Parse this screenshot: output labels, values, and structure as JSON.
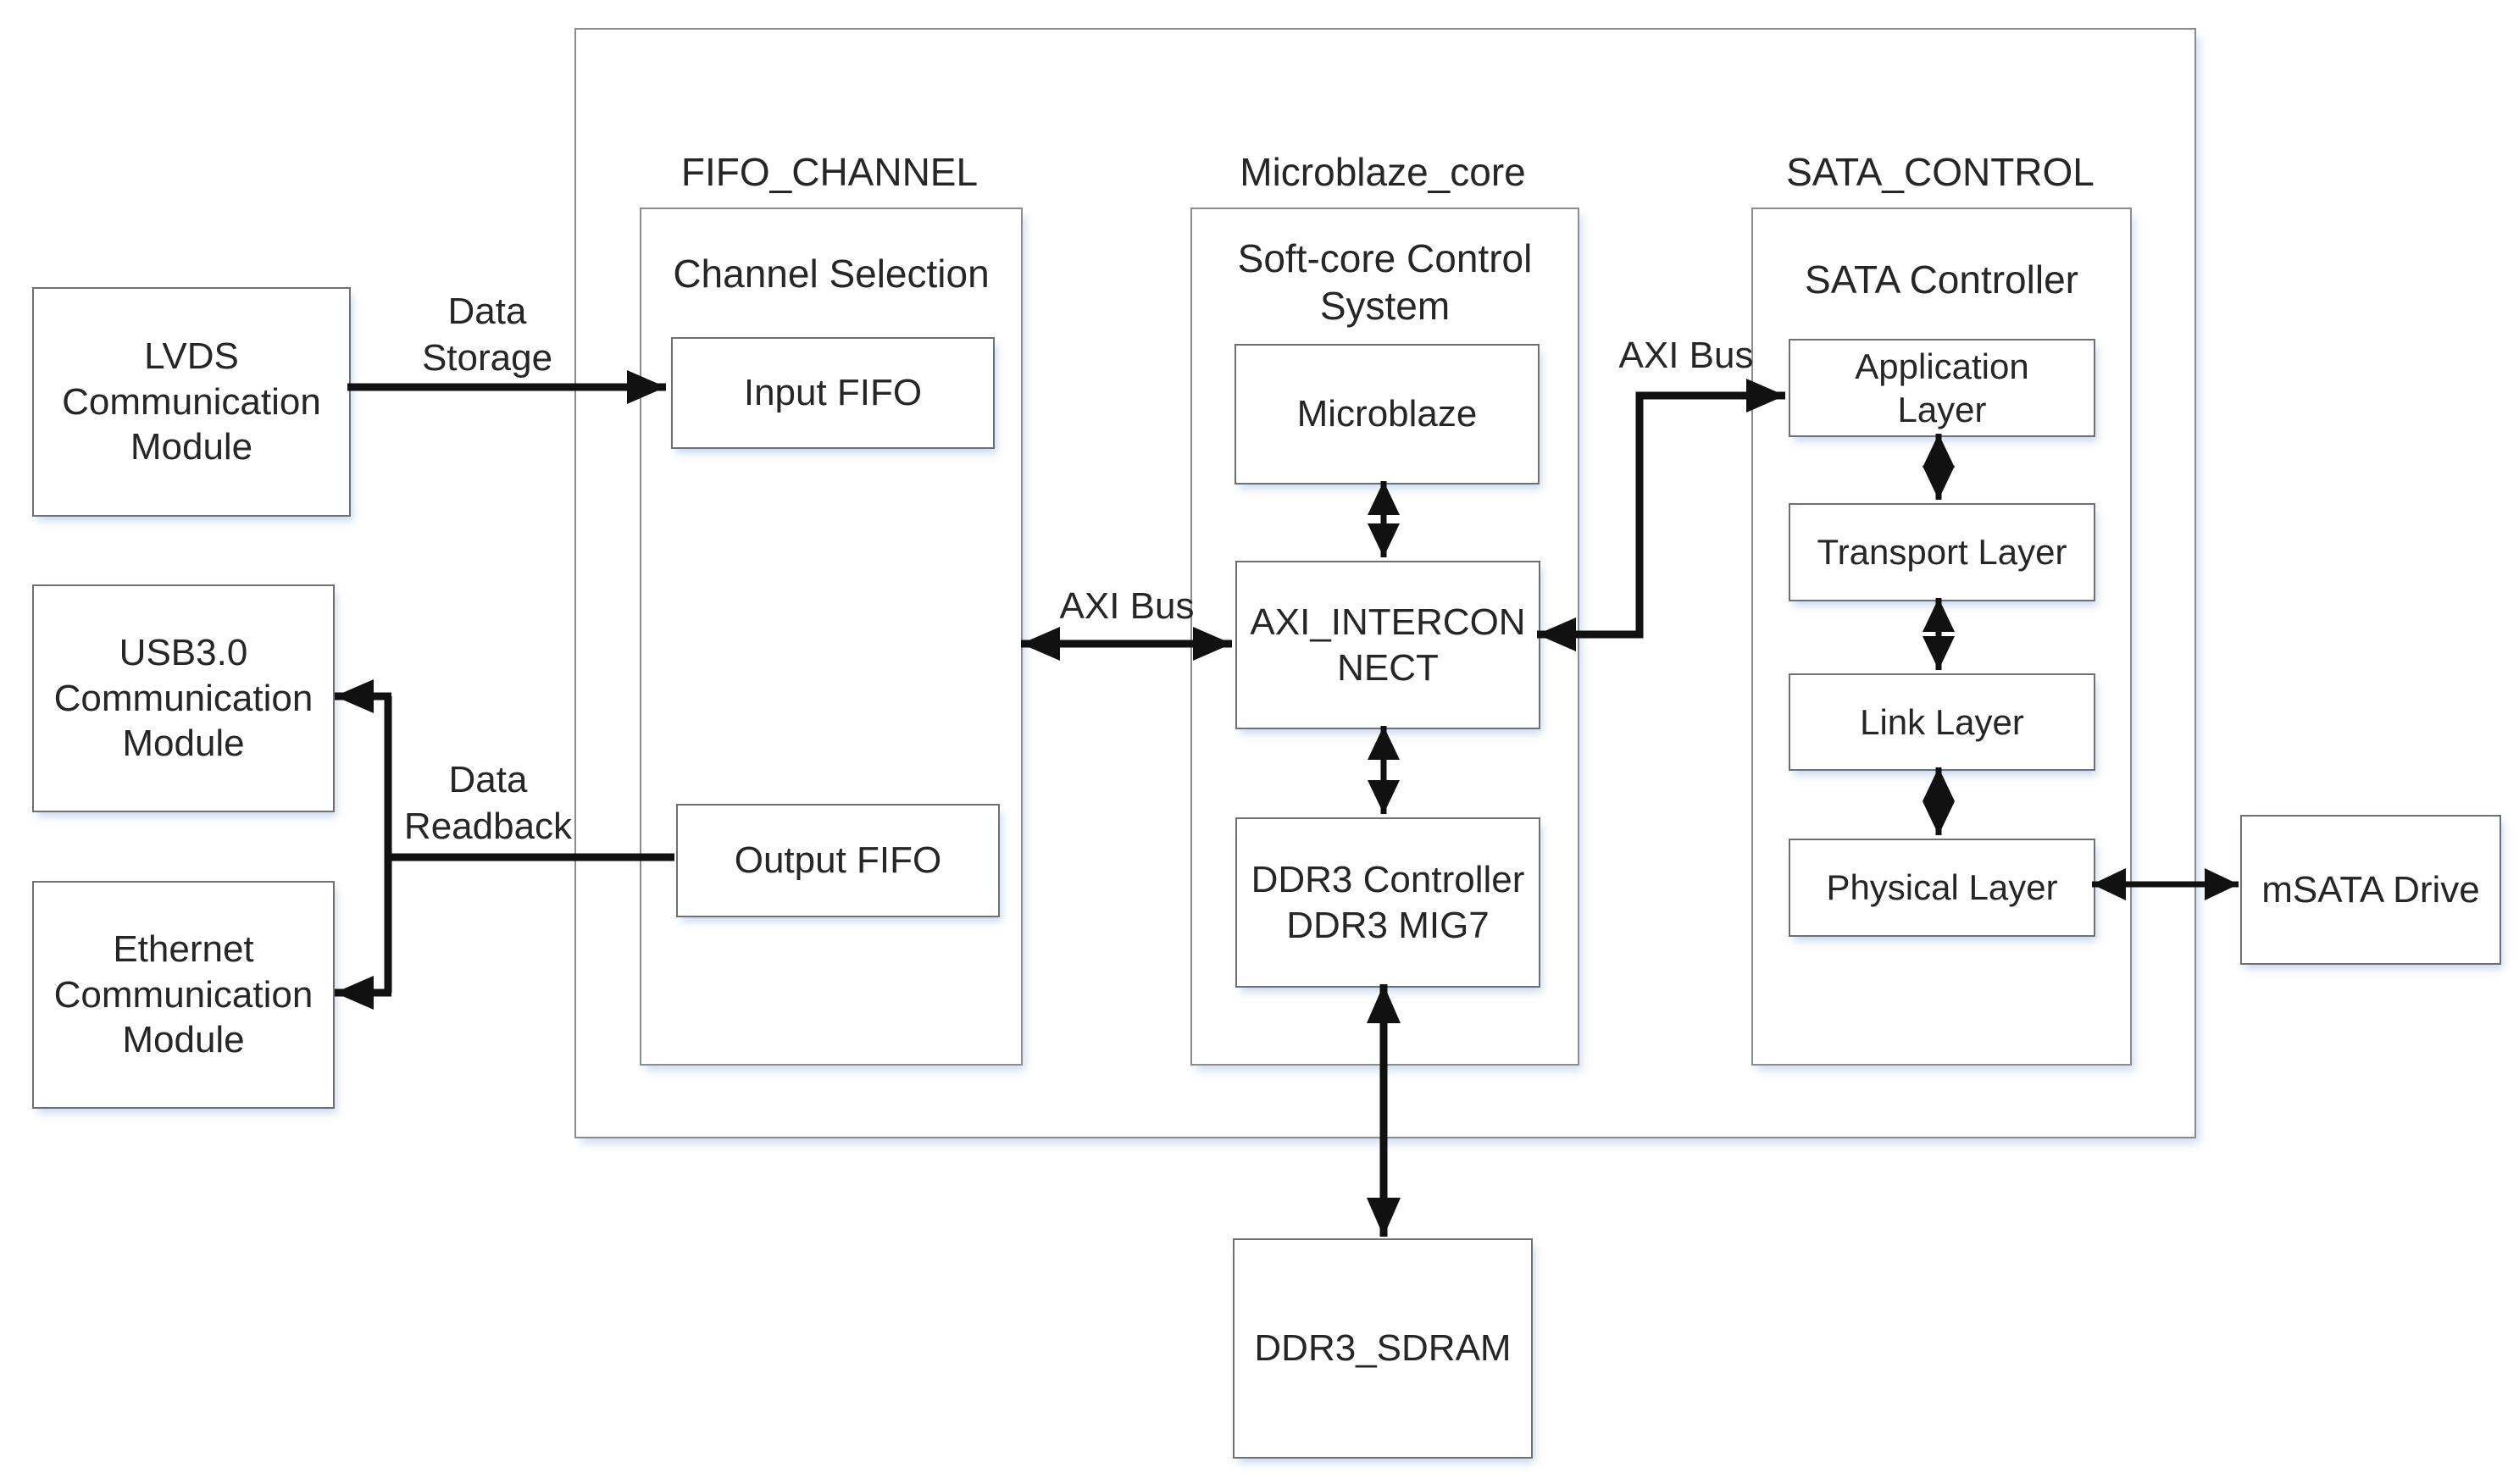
{
  "diagram": {
    "titles": {
      "fifo_channel": "FIFO_CHANNEL",
      "microblaze_core": "Microblaze_core",
      "sata_control": "SATA_CONTROL"
    },
    "boxes": {
      "lvds": "LVDS Communication Module",
      "usb": "USB3.0 Communication Module",
      "ethernet": "Ethernet Communication Module",
      "channel_selection": "Channel Selection",
      "input_fifo": "Input FIFO",
      "output_fifo": "Output FIFO",
      "soft_core": "Soft-core Control System",
      "microblaze": "Microblaze",
      "axi_interconnect": "AXI_INTERCON\nNECT",
      "ddr3_controller": "DDR3 Controller\nDDR3 MIG7",
      "sata_controller": "SATA Controller",
      "application_layer": "Application Layer",
      "transport_layer": "Transport Layer",
      "link_layer": "Link Layer",
      "physical_layer": "Physical Layer",
      "msata": "mSATA Drive",
      "ddr3_sdram": "DDR3_SDRAM"
    },
    "edge_labels": {
      "data_storage": "Data\nStorage",
      "data_readback": "Data\nReadback",
      "axi_bus_left": "AXI Bus",
      "axi_bus_right": "AXI Bus"
    },
    "colors": {
      "line": "#111111",
      "box_border": "#707070",
      "container_border": "#8c8c8c",
      "text": "#262626"
    }
  }
}
